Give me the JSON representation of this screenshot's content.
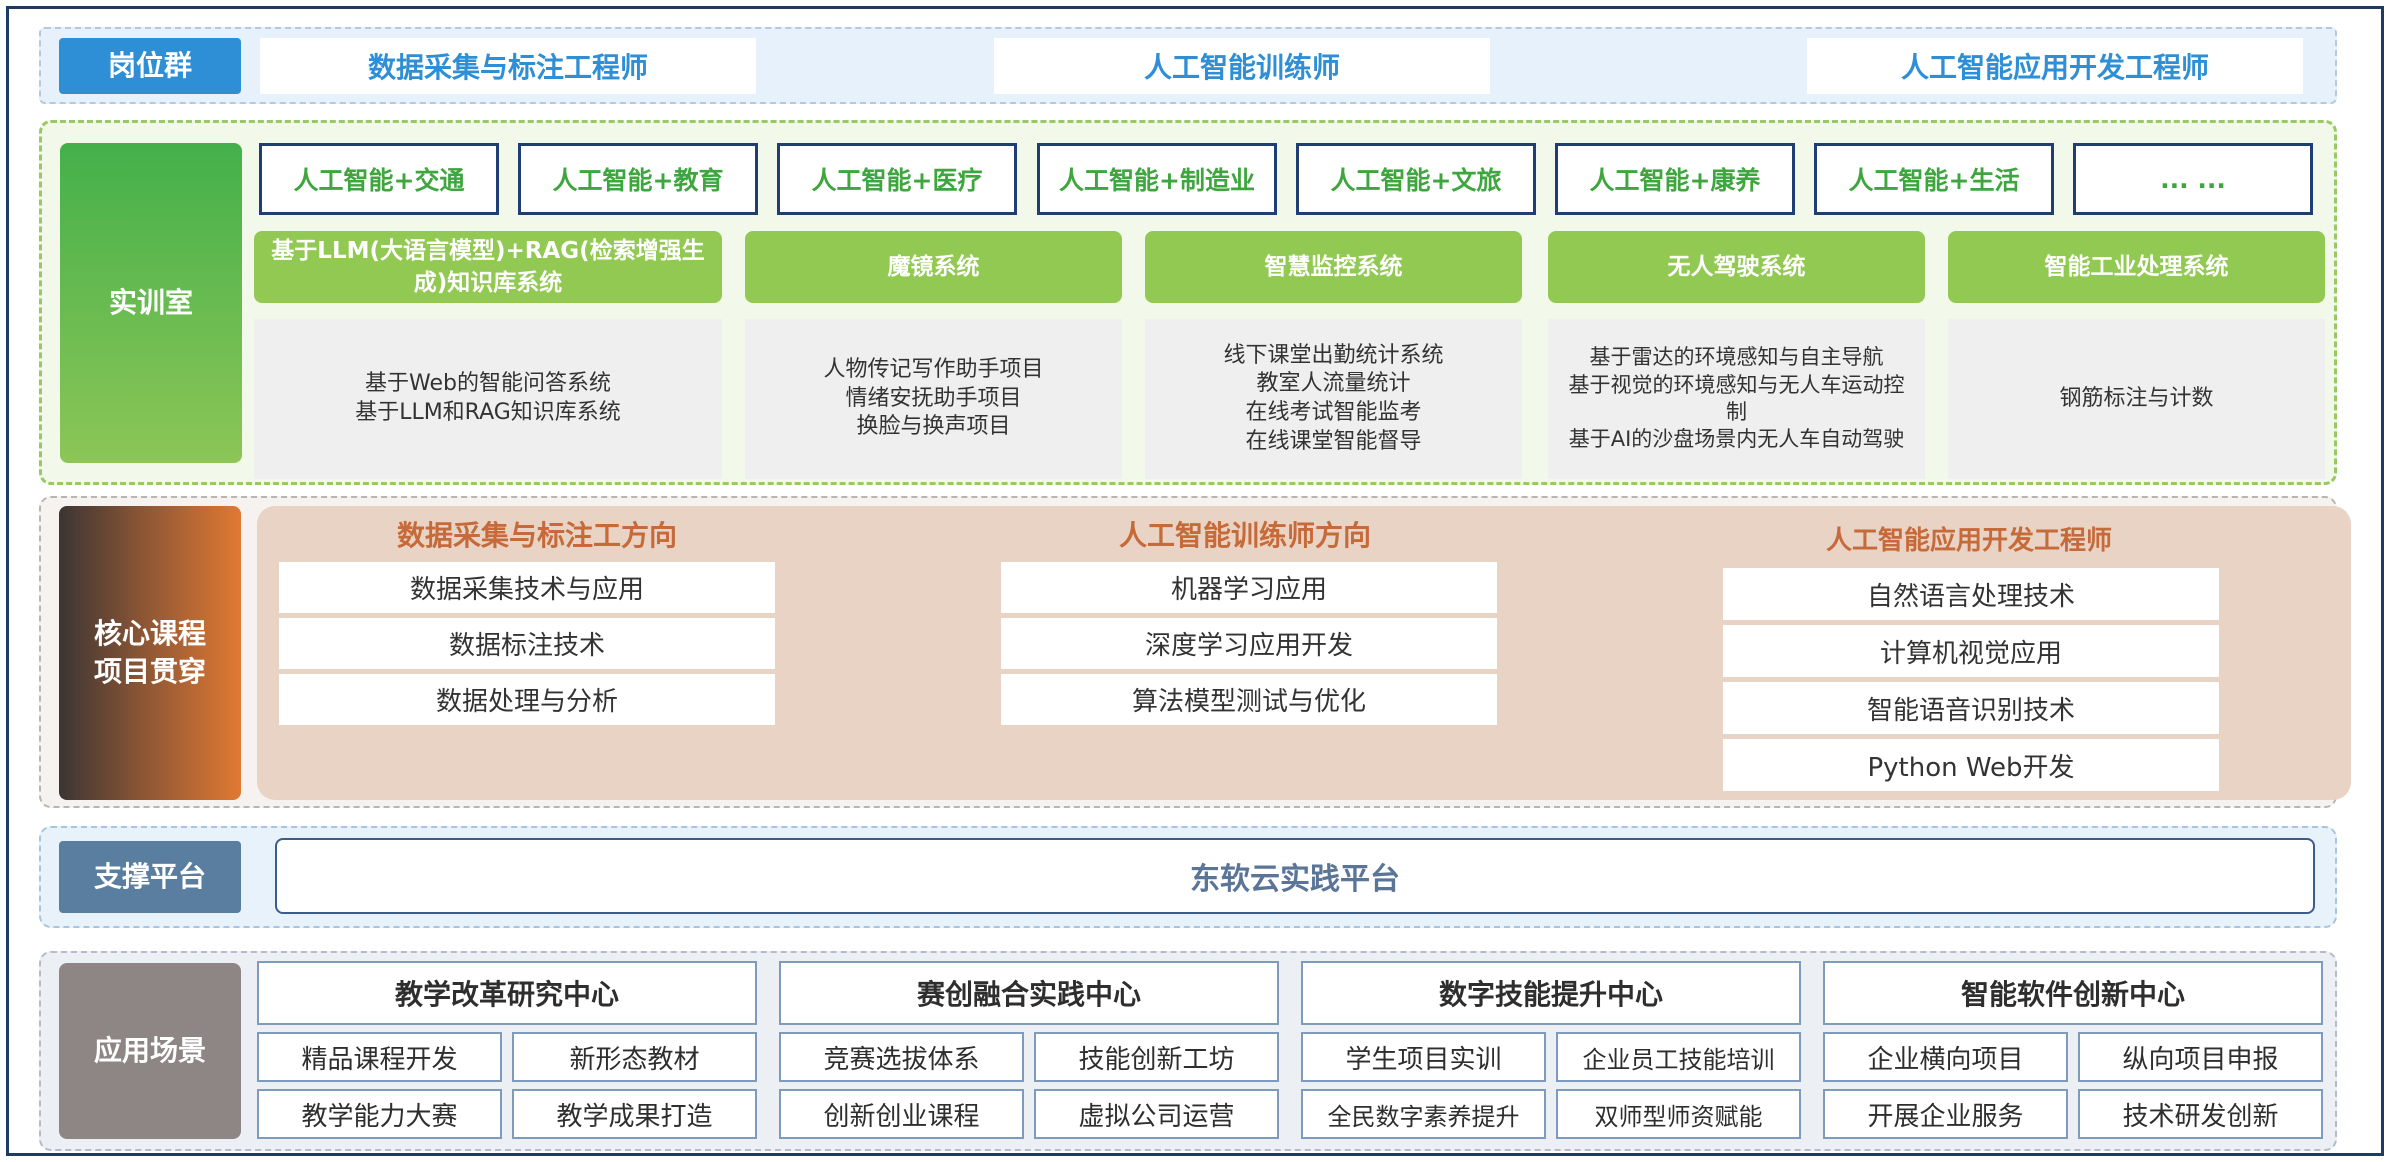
{
  "jobs": {
    "label": "岗位群",
    "items": [
      "数据采集与标注工程师",
      "人工智能训练师",
      "人工智能应用开发工程师"
    ]
  },
  "lab": {
    "label": "实训室",
    "industries": [
      "人工智能+交通",
      "人工智能+教育",
      "人工智能+医疗",
      "人工智能+制造业",
      "人工智能+文旅",
      "人工智能+康养",
      "人工智能+生活",
      "... ..."
    ],
    "systems": [
      {
        "title": "基于LLM(大语言模型)+RAG(检索增强生成)知识库系统",
        "projects": [
          "基于Web的智能问答系统",
          "基于LLM和RAG知识库系统"
        ]
      },
      {
        "title": "魔镜系统",
        "projects": [
          "人物传记写作助手项目",
          "情绪安抚助手项目",
          "换脸与换声项目"
        ]
      },
      {
        "title": "智慧监控系统",
        "projects": [
          "线下课堂出勤统计系统",
          "教室人流量统计",
          "在线考试智能监考",
          "在线课堂智能督导"
        ]
      },
      {
        "title": "无人驾驶系统",
        "projects": [
          "基于雷达的环境感知与自主导航",
          "基于视觉的环境感知与无人车运动控制",
          "基于AI的沙盘场景内无人车自动驾驶"
        ]
      },
      {
        "title": "智能工业处理系统",
        "projects": [
          "钢筋标注与计数"
        ]
      }
    ]
  },
  "course": {
    "label_line1": "核心课程",
    "label_line2": "项目贯穿",
    "tracks": [
      {
        "title": "数据采集与标注工方向",
        "items": [
          "数据采集技术与应用",
          "数据标注技术",
          "数据处理与分析"
        ]
      },
      {
        "title": "人工智能训练师方向",
        "items": [
          "机器学习应用",
          "深度学习应用开发",
          "算法模型测试与优化"
        ]
      },
      {
        "title": "人工智能应用开发工程师",
        "items": [
          "自然语言处理技术",
          "计算机视觉应用",
          "智能语音识别技术",
          "Python Web开发"
        ]
      }
    ]
  },
  "platform": {
    "label": "支撑平台",
    "name": "东软云实践平台"
  },
  "app": {
    "label": "应用场景",
    "centers": [
      {
        "title": "教学改革研究中心",
        "items": [
          "精品课程开发",
          "新形态教材",
          "教学能力大赛",
          "教学成果打造"
        ]
      },
      {
        "title": "赛创融合实践中心",
        "items": [
          "竞赛选拔体系",
          "技能创新工坊",
          "创新创业课程",
          "虚拟公司运营"
        ]
      },
      {
        "title": "数字技能提升中心",
        "items": [
          "学生项目实训",
          "企业员工技能培训",
          "全民数字素养提升",
          "双师型师资赋能"
        ]
      },
      {
        "title": "智能软件创新中心",
        "items": [
          "企业横向项目",
          "纵向项目申报",
          "开展企业服务",
          "技术研发创新"
        ]
      }
    ]
  }
}
